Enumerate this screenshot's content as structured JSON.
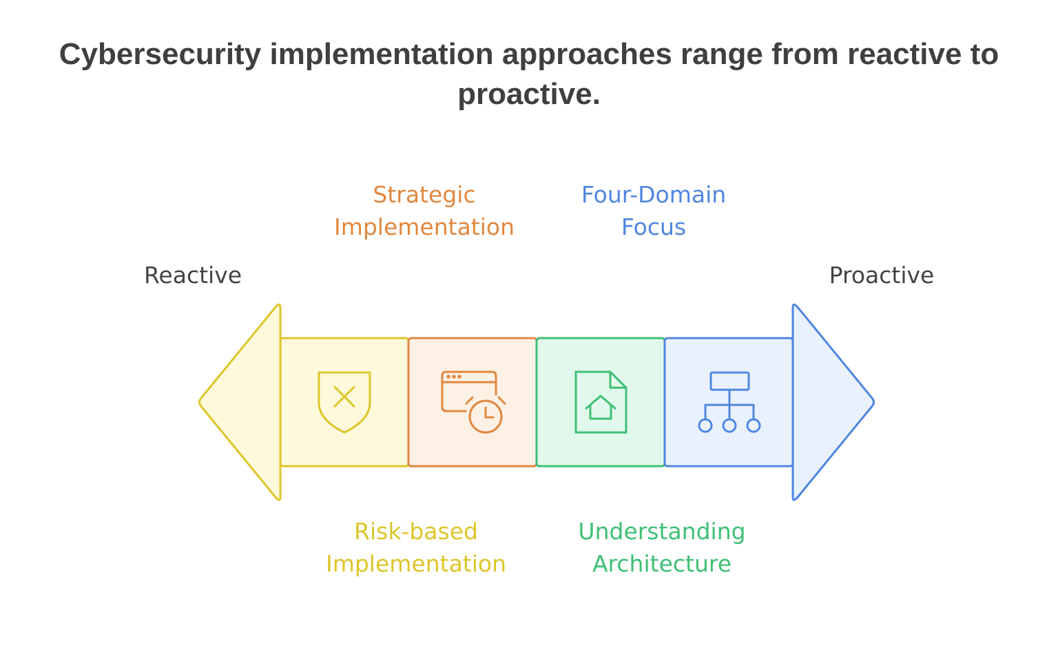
{
  "title": "Cybersecurity implementation approaches range from reactive to proactive.",
  "ends": {
    "left": "Reactive",
    "right": "Proactive"
  },
  "stages": [
    {
      "line1": "Risk-based",
      "line2": "Implementation",
      "position": "below",
      "icon": "shield-x-icon",
      "stroke": "#dcc62a",
      "fill": "#fdf9da",
      "text_color": "#dcc62a"
    },
    {
      "line1": "Strategic",
      "line2": "Implementation",
      "position": "above",
      "icon": "browser-clock-icon",
      "stroke": "#e0873f",
      "fill": "#fdf0e4",
      "text_color": "#e0873f"
    },
    {
      "line1": "Understanding",
      "line2": "Architecture",
      "position": "below",
      "icon": "document-home-icon",
      "stroke": "#3fbf75",
      "fill": "#e1f8ec",
      "text_color": "#3fbf75"
    },
    {
      "line1": "Four-Domain",
      "line2": "Focus",
      "position": "above",
      "icon": "hierarchy-icon",
      "stroke": "#4f86e0",
      "fill": "#e9f1fd",
      "text_color": "#4f86e0"
    }
  ]
}
